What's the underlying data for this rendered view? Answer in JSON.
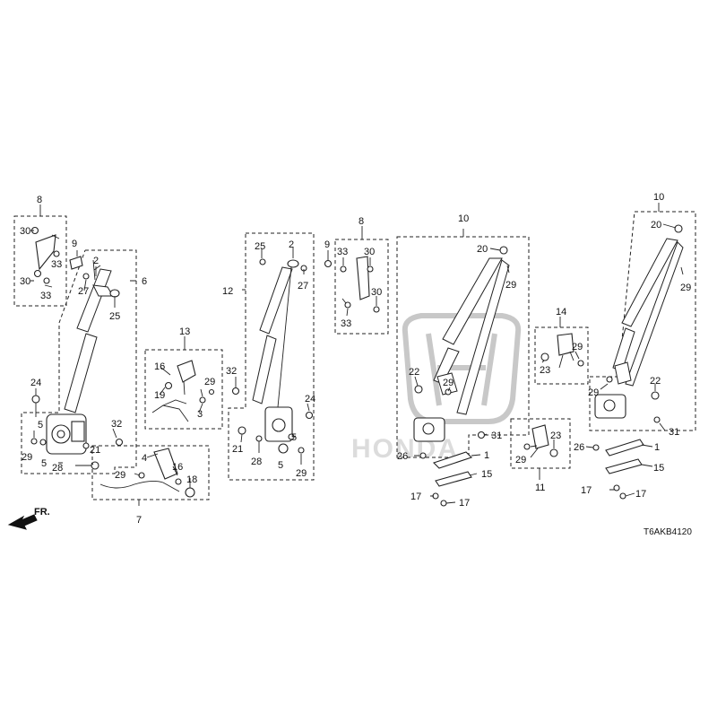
{
  "diagram_code": "T6AKB4120",
  "front_arrow_label": "FR.",
  "watermark_text": "HONDA",
  "callouts": {
    "c8a": "8",
    "c30a": "30",
    "c9a": "9",
    "c33a": "33",
    "c30b": "30",
    "c33b": "33",
    "c2a": "2",
    "c27a": "27",
    "c25a": "25",
    "c6": "6",
    "c24a": "24",
    "c32a": "32",
    "c5a": "5",
    "c29a": "29",
    "c5b": "5",
    "c21a": "21",
    "c28a": "28",
    "c13": "13",
    "c16a": "16",
    "c29b": "29",
    "c19": "19",
    "c3": "3",
    "c4": "4",
    "c29c": "29",
    "c16b": "16",
    "c18": "18",
    "c7": "7",
    "c12": "12",
    "c25b": "25",
    "c2b": "2",
    "c27b": "27",
    "c32b": "32",
    "c24b": "24",
    "c21b": "21",
    "c28b": "28",
    "c5c": "5",
    "c5d": "5",
    "c29d": "29",
    "c8b": "8",
    "c9b": "9",
    "c33c": "33",
    "c30c": "30",
    "c30d": "30",
    "c33d": "33",
    "c10a": "10",
    "c20a": "20",
    "c29e": "29",
    "c22a": "22",
    "c29f": "29",
    "c31a": "31",
    "c26a": "26",
    "c1a": "1",
    "c15a": "15",
    "c17a": "17",
    "c17b": "17",
    "c14": "14",
    "c23a": "23",
    "c29g": "29",
    "c11": "11",
    "c23b": "23",
    "c29h": "29",
    "c10b": "10",
    "c20b": "20",
    "c29i": "29",
    "c29j": "29",
    "c22b": "22",
    "c31b": "31",
    "c26b": "26",
    "c1b": "1",
    "c15b": "15",
    "c17c": "17",
    "c17d": "17"
  },
  "colors": {
    "line": "#222222",
    "watermark": "#c8c8c8",
    "background": "#ffffff"
  }
}
